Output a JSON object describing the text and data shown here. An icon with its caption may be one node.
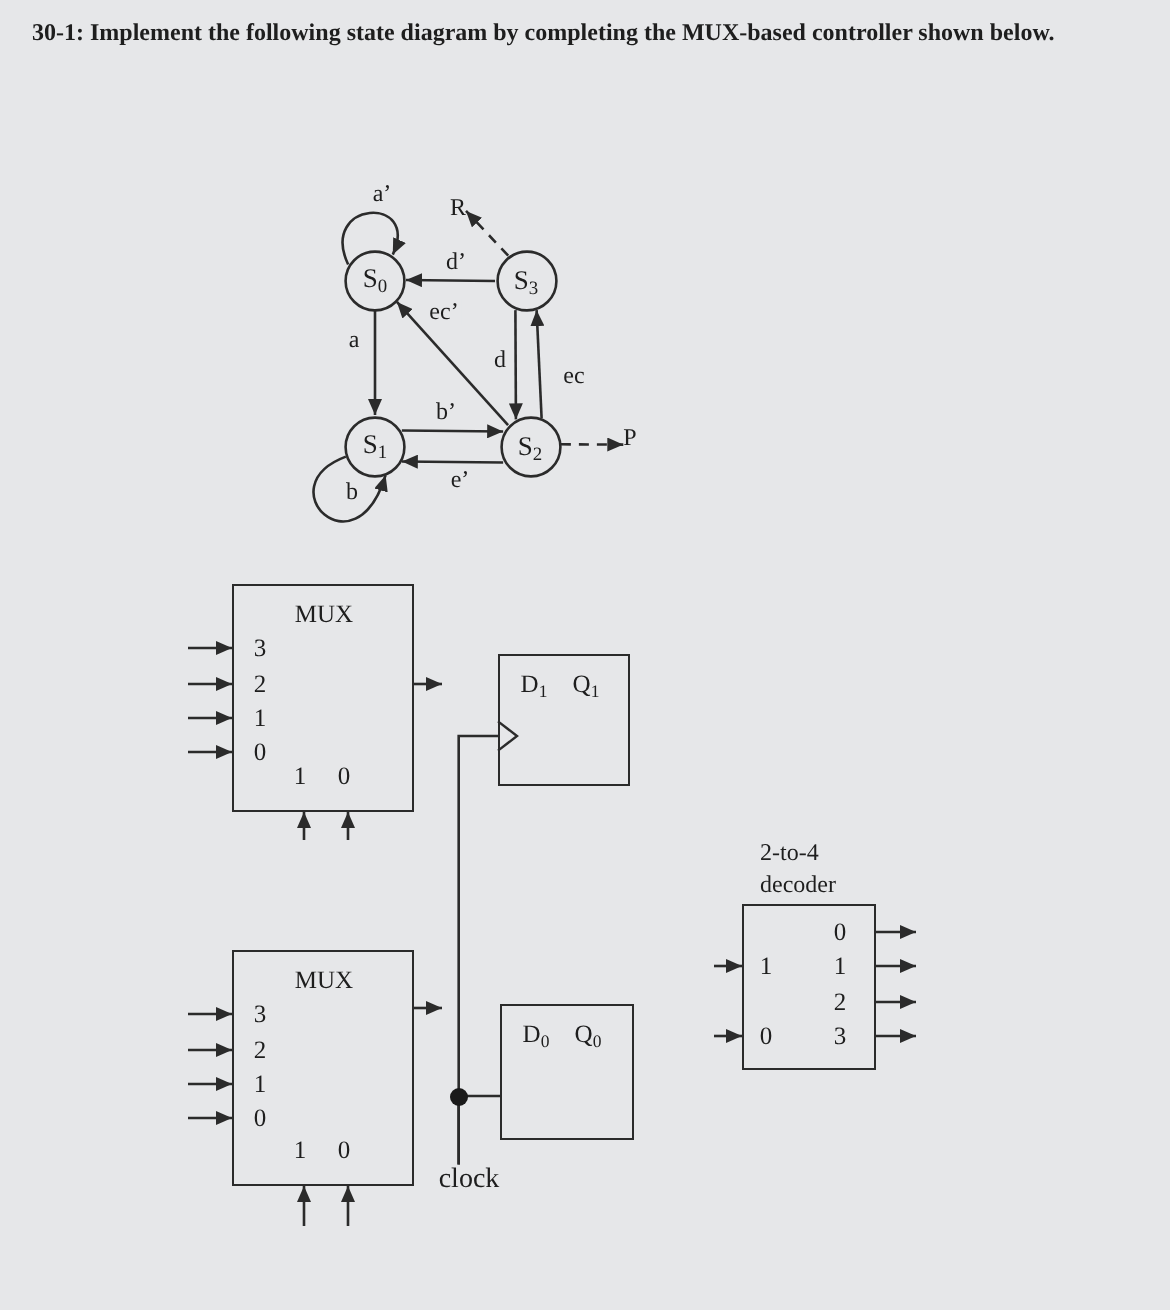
{
  "diagram": {
    "title": "30-1: Implement the following state diagram by completing the MUX-based controller shown below.",
    "nodes": [
      {
        "text": [
          "R"
        ]
      },
      {
        "text": [
          "S$_{0}$"
        ]
      },
      {
        "text": [
          "S$_{3}$"
        ]
      },
      {
        "text": [
          "S$_{1}$"
        ]
      },
      {
        "text": [
          "S$_{2}$"
        ]
      },
      {
        "text": [
          "P"
        ]
      },
      {
        "text": [
          "MUX",
          "3",
          "2",
          "1",
          "0",
          "1",
          "0"
        ]
      },
      {
        "text": [
          "D$_{1}$",
          "Q$_{1}$"
        ]
      },
      {
        "text": [
          "2-to-4 decoder",
          "0",
          "1",
          "1",
          "2",
          "0",
          "3"
        ]
      },
      {
        "text": [
          "MUX",
          "3",
          "2",
          "1",
          "0",
          "1",
          "0"
        ]
      },
      {
        "text": [
          "D$_{0}$",
          "Q$_{0}$"
        ]
      },
      {
        "text": [
          "clock"
        ]
      }
    ],
    "edges": [
      {
        "from": 1,
        "to": 1,
        "label": "a’",
        "arrow": "to"
      },
      {
        "from": 1,
        "to": 3,
        "label": "a",
        "arrow": "to"
      },
      {
        "from": 2,
        "to": 1,
        "label": "d’",
        "arrow": "to"
      },
      {
        "from": 2,
        "to": 4,
        "label": "d",
        "arrow": "to"
      },
      {
        "from": 4,
        "to": 2,
        "label": "ec",
        "arrow": "to"
      },
      {
        "from": 4,
        "to": 1,
        "label": "ec’",
        "arrow": "to"
      },
      {
        "from": 3,
        "to": 4,
        "label": "b’",
        "arrow": "to"
      },
      {
        "from": 4,
        "to": 3,
        "label": "e’",
        "arrow": "to"
      },
      {
        "from": 3,
        "to": 3,
        "label": "b",
        "arrow": "to"
      },
      {
        "from": 2,
        "to": 0,
        "arrow": "to",
        "style": "dashed"
      },
      {
        "from": 4,
        "to": 5,
        "arrow": "to",
        "style": "dashed"
      },
      {
        "from": null,
        "to": 6,
        "arrow": "to"
      },
      {
        "from": null,
        "to": 6,
        "arrow": "to"
      },
      {
        "from": null,
        "to": 6,
        "arrow": "to"
      },
      {
        "from": null,
        "to": 6,
        "arrow": "to"
      },
      {
        "from": 6,
        "to": null,
        "arrow": "to"
      },
      {
        "from": null,
        "to": 6,
        "arrow": "to"
      },
      {
        "from": null,
        "to": 6,
        "arrow": "to"
      },
      {
        "from": 11,
        "to": 7,
        "arrow": "to"
      },
      {
        "from": null,
        "to": 9,
        "arrow": "to"
      },
      {
        "from": null,
        "to": 9,
        "arrow": "to"
      },
      {
        "from": null,
        "to": 9,
        "arrow": "to"
      },
      {
        "from": null,
        "to": 9,
        "arrow": "to"
      },
      {
        "from": 9,
        "to": null,
        "arrow": "to"
      },
      {
        "from": null,
        "to": 9,
        "arrow": "to"
      },
      {
        "from": null,
        "to": 9,
        "arrow": "to"
      },
      {
        "from": 11,
        "to": 10,
        "arrow": "none"
      },
      {
        "from": null,
        "to": 8,
        "arrow": "to"
      },
      {
        "from": null,
        "to": 8,
        "arrow": "to"
      },
      {
        "from": 8,
        "to": null,
        "arrow": "to"
      },
      {
        "from": 8,
        "to": null,
        "arrow": "to"
      },
      {
        "from": 8,
        "to": null,
        "arrow": "to"
      },
      {
        "from": 8,
        "to": null,
        "arrow": "to"
      }
    ]
  }
}
